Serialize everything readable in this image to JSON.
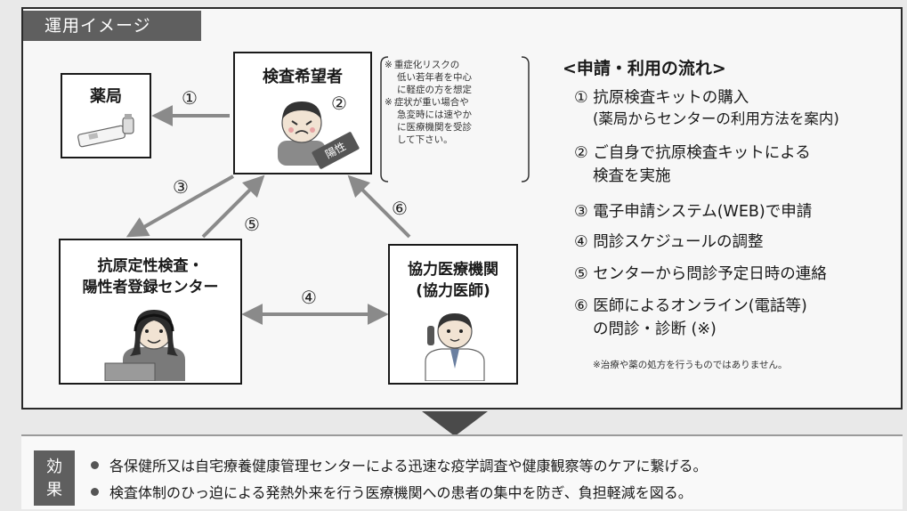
{
  "header": {
    "title": "運用イメージ"
  },
  "nodes": {
    "pharmacy": "薬局",
    "tester": "検査希望者",
    "positive_badge": "陽性",
    "center": [
      "抗原定性検査・",
      "陽性者登録センター"
    ],
    "clinic": [
      "協力医療機関",
      "(協力医師)"
    ]
  },
  "arrow_numbers": [
    "①",
    "②",
    "③",
    "④",
    "⑤",
    "⑥"
  ],
  "side_note": {
    "lines": [
      {
        "mark": "※",
        "text": "重症化リスクの"
      },
      {
        "mark": "",
        "text": "低い若年者を中心"
      },
      {
        "mark": "",
        "text": "に軽症の方を想定"
      },
      {
        "mark": "※",
        "text": "症状が重い場合や"
      },
      {
        "mark": "",
        "text": "急変時には速やか"
      },
      {
        "mark": "",
        "text": "に医療機関を受診"
      },
      {
        "mark": "",
        "text": "して下さい。"
      }
    ]
  },
  "flow": {
    "title": "<申請・利用の流れ>",
    "items": [
      "① 抗原検査キットの購入",
      "(薬局からセンターの利用方法を案内)",
      "② ご自身で抗原検査キットによる",
      "検査を実施",
      "③ 電子申請システム(WEB)で申請",
      "④ 問診スケジュールの調整",
      "⑤ センターから問診予定日時の連絡",
      "⑥ 医師によるオンライン(電話等)",
      "の問診・診断 (※)"
    ],
    "footnote": "※治療や薬の処方を行うものではありません。"
  },
  "effect": {
    "label": [
      "効",
      "果"
    ],
    "items": [
      "各保健所又は自宅療養健康管理センターによる迅速な疫学調査や健康観察等のケアに繋げる。",
      "検査体制のひっ迫による発熱外来を行う医療機関への患者の集中を防ぎ、負担軽減を図る。"
    ]
  },
  "colors": {
    "header_bg": "#5f5f5f",
    "arrow": "#8a8a8a",
    "frame": "#1a1a1a"
  }
}
